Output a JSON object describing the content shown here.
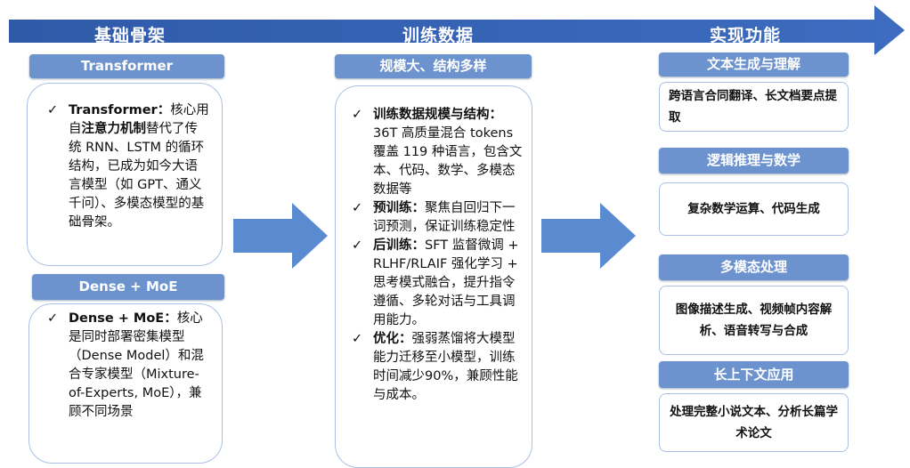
{
  "banner": {
    "stages": [
      "基础骨架",
      "训练数据",
      "实现功能"
    ],
    "color": "#3b5ea6"
  },
  "left": {
    "h1": "Transformer",
    "b1": {
      "bold1": "Transformer：",
      "t1": "核心用自",
      "bold2": "注意力机制",
      "t2": "替代了传统 RNN、LSTM 的循环结构，已成为如今大语言模型（如 GPT、通义千问）、多模态模型的基础骨架。"
    },
    "h2": "Dense + MoE",
    "b2": {
      "bold": "Dense + MoE：",
      "text": "核心是同时部署密集模型（Dense Model）和混合专家模型（Mixture-of-Experts, MoE），兼顾不同场景"
    }
  },
  "middle": {
    "header": "规模大、结构多样",
    "items": [
      {
        "bold": "训练数据规模与结构：",
        "text": "36T 高质量混合 tokens覆盖 119 种语言，包含文本、代码、数学、多模态数据等"
      },
      {
        "bold": "预训练：",
        "text": "聚焦自回归下一词预测，保证训练稳定性"
      },
      {
        "bold": "后训练：",
        "text": "SFT 监督微调 + RLHF/RLAIF 强化学习 + 思考模式融合，提升指令遵循、多轮对话与工具调用能力。"
      },
      {
        "bold": "优化：",
        "text": "强弱蒸馏将大模型能力迁移至小模型，训练时间减少90%，兼顾性能与成本。"
      }
    ]
  },
  "right": [
    {
      "header": "文本生成与理解",
      "text": "跨语言合同翻译、长文档要点提取"
    },
    {
      "header": "逻辑推理与数学",
      "text": "复杂数学运算、代码生成"
    },
    {
      "header": "多模态处理",
      "text": "图像描述生成、视频帧内容解析、语音转写与合成"
    },
    {
      "header": "长上下文应用",
      "text": "处理完整小说文本、分析长篇学术论文"
    }
  ],
  "check": "✓"
}
